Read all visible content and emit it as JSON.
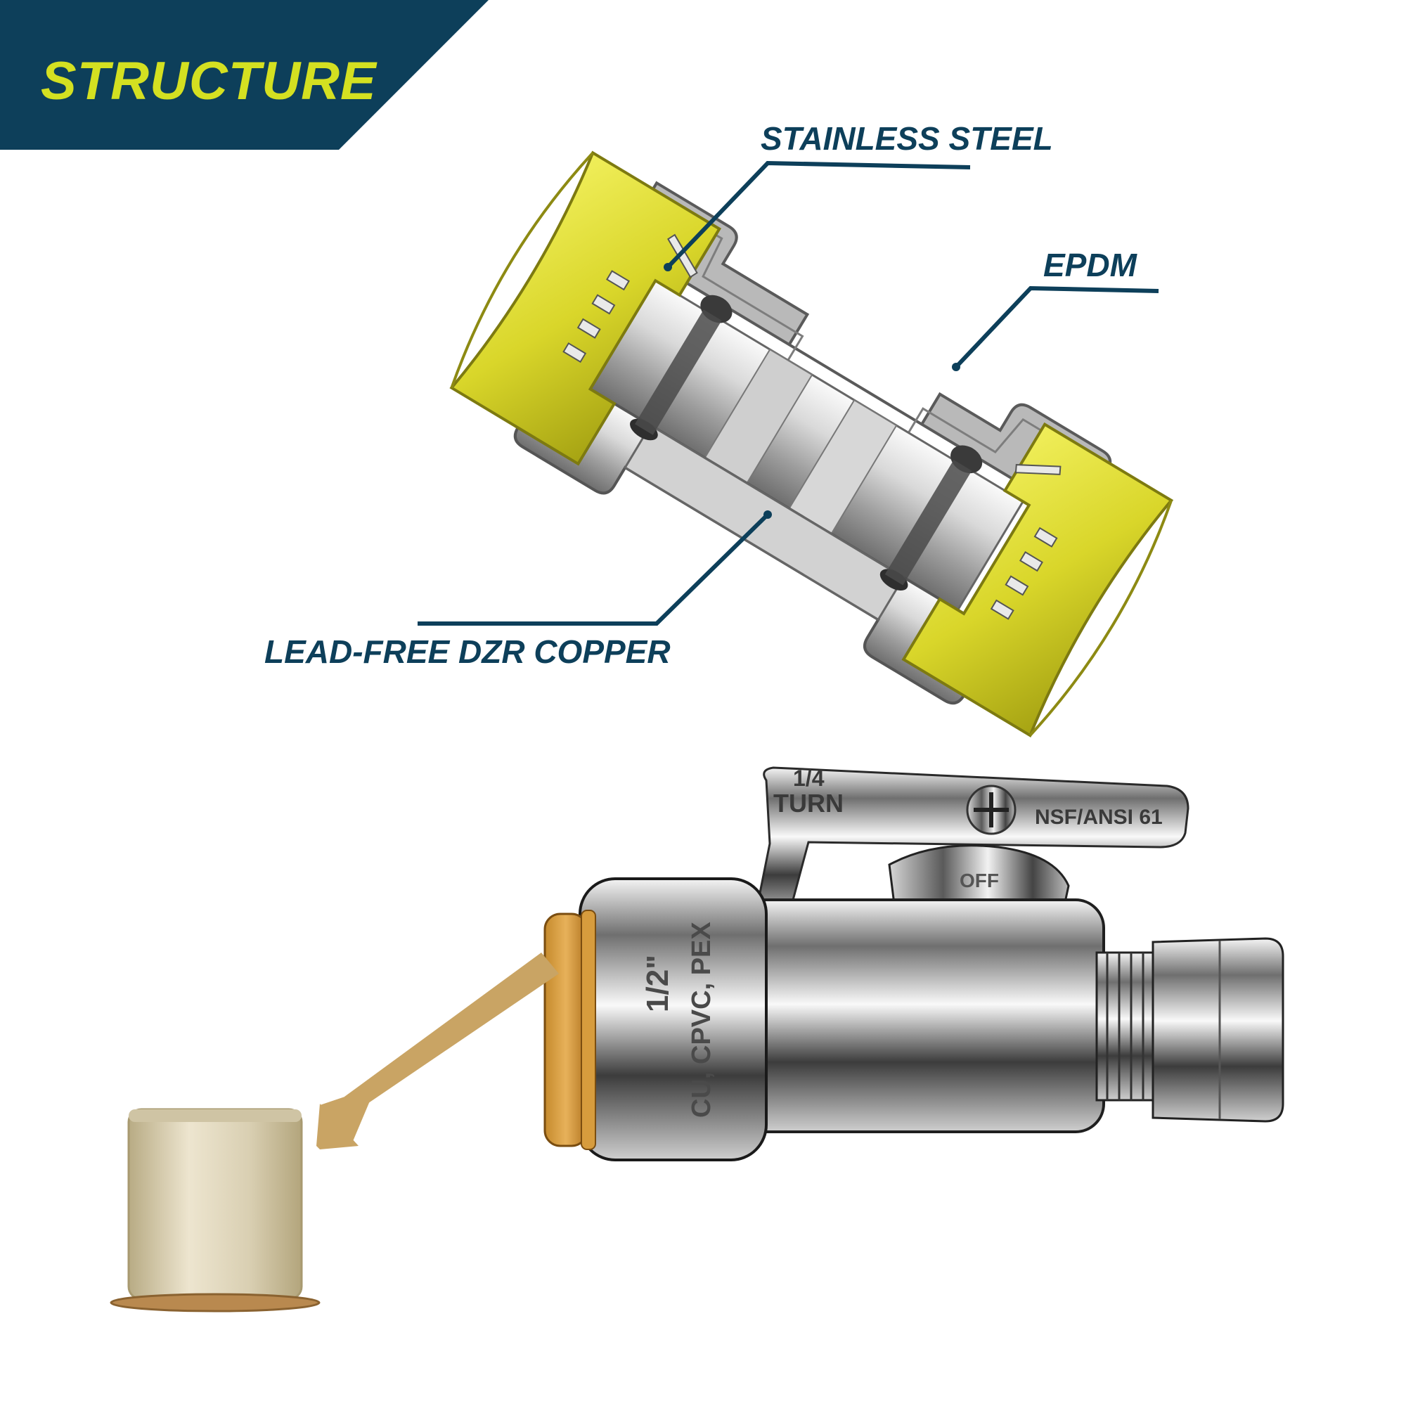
{
  "banner": {
    "title": "STRUCTURE"
  },
  "callouts": {
    "stainless_steel": "STAINLESS STEEL",
    "epdm": "EPDM",
    "lead_free": "LEAD-FREE DZR COPPER"
  },
  "valve_markings": {
    "quarter": "1/4",
    "turn": "TURN",
    "standard": "NSF/ANSI 61",
    "off": "OFF",
    "size": "1/2\"",
    "materials": "CU, CPVC, PEX"
  },
  "colors": {
    "navy": "#0d3f5a",
    "banner_text": "#d4e021",
    "brass_yellow": "#e3e02e",
    "arrow_gold": "#c9a464",
    "insert_tan": "#e4dbc3"
  }
}
